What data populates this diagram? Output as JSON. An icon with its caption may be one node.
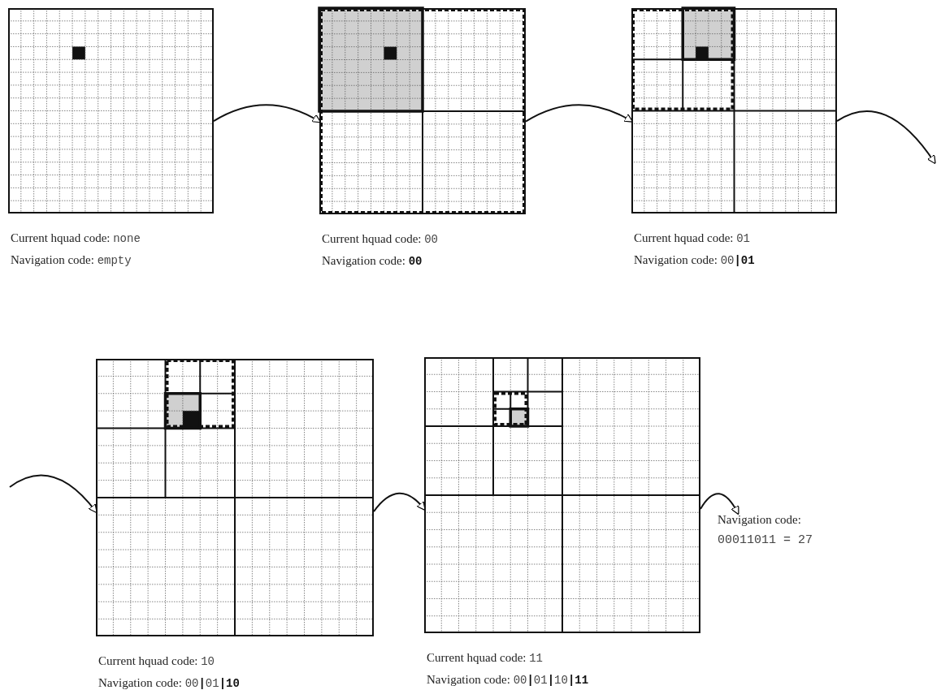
{
  "diagram": {
    "nodes": [
      {
        "text": [],
        "shape": "grid",
        "beside": [
          "Current hquad code: none",
          "Navigation code: empty"
        ]
      },
      {
        "text": [],
        "shape": "grid",
        "beside": [
          "Current hquad code: 00",
          "Navigation code: **00**"
        ]
      },
      {
        "text": [],
        "shape": "grid",
        "beside": [
          "Current hquad code: 01",
          "Navigation code: 00**|01**"
        ]
      },
      {
        "text": [],
        "shape": "grid",
        "beside": [
          "Current hquad code: 10",
          "Navigation code: 00**|**01**|10**"
        ]
      },
      {
        "text": [],
        "shape": "grid",
        "beside": [
          "Current hquad code: 11",
          "Navigation code: 00**|**01**|**10**|11**"
        ]
      },
      {
        "text": [
          "Navigation code:",
          "00011011 = 27"
        ]
      }
    ],
    "edges": [
      {
        "from": 0,
        "to": 1,
        "arrow": "to"
      },
      {
        "from": 1,
        "to": 2,
        "arrow": "to"
      },
      {
        "from": 2,
        "to": null,
        "arrow": "to"
      },
      {
        "from": null,
        "to": 3,
        "arrow": "to"
      },
      {
        "from": 3,
        "to": 4,
        "arrow": "to"
      },
      {
        "from": 4,
        "to": 5,
        "arrow": "to"
      }
    ]
  }
}
